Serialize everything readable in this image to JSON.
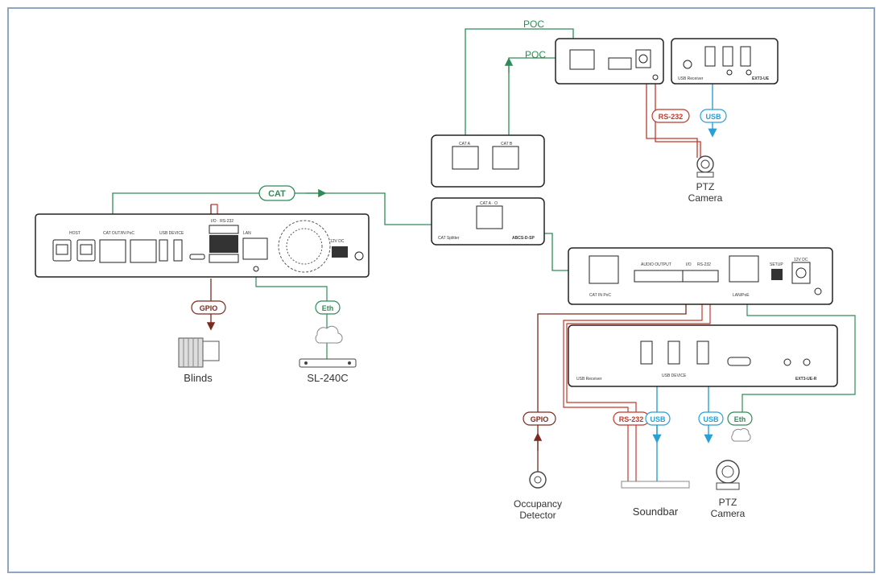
{
  "labels": {
    "poc_top": "POC",
    "poc_mid": "POC",
    "cat": "CAT",
    "gpio_left": "GPIO",
    "eth_left": "Eth",
    "rs232_top": "RS-232",
    "usb_top": "USB",
    "gpio_right": "GPIO",
    "rs232_bottom": "RS-232",
    "usb_soundbar": "USB",
    "usb_camera": "USB",
    "eth_right": "Eth"
  },
  "endpoints": {
    "blinds": "Blinds",
    "sl240c": "SL-240C",
    "ptz_top_line1": "PTZ",
    "ptz_top_line2": "Camera",
    "occupancy_line1": "Occupancy",
    "occupancy_line2": "Detector",
    "soundbar": "Soundbar",
    "ptz_bottom_line1": "PTZ",
    "ptz_bottom_line2": "Camera"
  },
  "devices": {
    "splitter_name": "CAT Splitter",
    "splitter_model": "ABCS-D-SP",
    "splitter_port": "CAT A · O",
    "catA": "CAT A",
    "catB": "CAT B",
    "usb_receiver_top": "USB Receiver",
    "usb_receiver_top_model": "EXT3-UE",
    "usb_receiver_bottom": "USB Receiver",
    "usb_receiver_bottom_model": "EXT3-UE-R",
    "ext_cat_label": "CAT IN PoC",
    "ext_audio": "AUDIO OUTPUT",
    "ext_io": "I/O",
    "ext_rs232": "RS-232",
    "ext_lan": "LAN/PoE",
    "ext_setup": "SETUP",
    "ext_dc": "12V DC",
    "usb_device": "USB DEVICE",
    "main_host": "HOST",
    "main_poc": "CAT OUT/IN PoC",
    "main_usb": "USB DEVICE",
    "main_io": "I/O · RS-232",
    "main_lan": "LAN",
    "main_power": "12V DC"
  },
  "colors": {
    "green": "#2e8b57",
    "red": "#c0392b",
    "blue": "#2a9fd6",
    "gpio_dark": "#7a2a1f"
  }
}
